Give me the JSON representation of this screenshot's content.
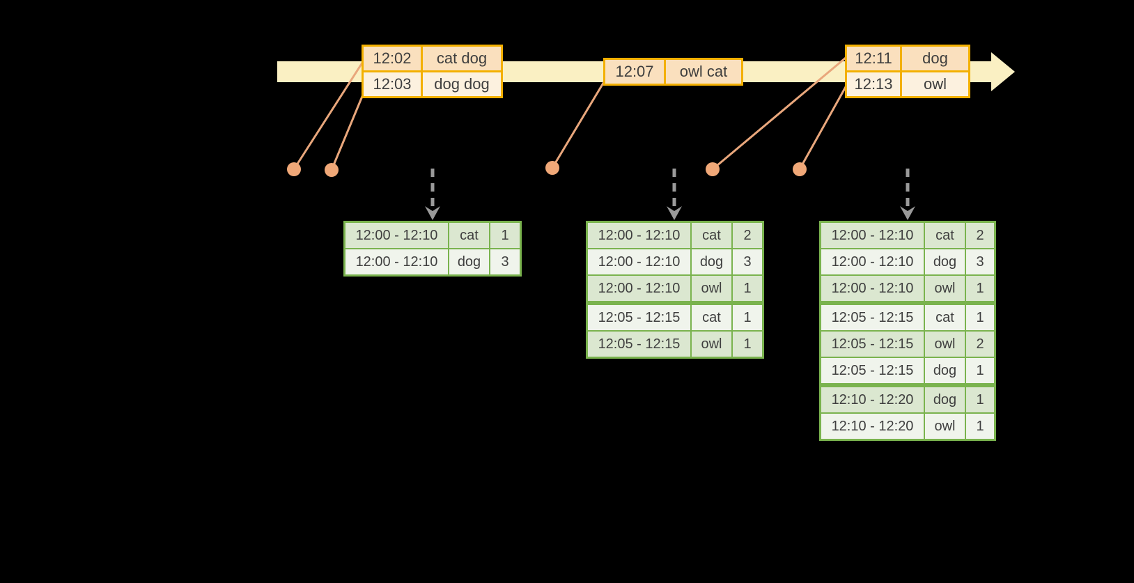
{
  "colors": {
    "background": "#000000",
    "timeline_fill": "#FAF0C3",
    "event_table_border": "#F3B000",
    "event_row_dark": "#FAE0BE",
    "event_row_light": "#FCF1DF",
    "connector_line": "#E9A77C",
    "event_dot": "#F0A878",
    "trigger_arrow": "#9A9A9A",
    "result_table_border": "#7AB34E",
    "result_row_dark": "#DBE7D0",
    "result_row_light": "#F0F4EC",
    "text": "#3E3E3E"
  },
  "icons": {
    "timeline_arrowhead": "right-arrow",
    "event_dot": "circle-marker",
    "trigger_arrow": "dashed-down-arrow"
  },
  "event_tables": [
    {
      "rows": [
        {
          "time": "12:02",
          "words": "cat dog"
        },
        {
          "time": "12:03",
          "words": "dog dog"
        }
      ]
    },
    {
      "rows": [
        {
          "time": "12:07",
          "words": "owl cat"
        }
      ]
    },
    {
      "rows": [
        {
          "time": "12:11",
          "words": "dog"
        },
        {
          "time": "12:13",
          "words": "owl"
        }
      ]
    }
  ],
  "result_tables": [
    {
      "groups": [
        {
          "rows": [
            {
              "window": "12:00 - 12:10",
              "word": "cat",
              "count": "1"
            },
            {
              "window": "12:00 - 12:10",
              "word": "dog",
              "count": "3"
            }
          ]
        }
      ]
    },
    {
      "groups": [
        {
          "rows": [
            {
              "window": "12:00 - 12:10",
              "word": "cat",
              "count": "2"
            },
            {
              "window": "12:00 - 12:10",
              "word": "dog",
              "count": "3"
            },
            {
              "window": "12:00 - 12:10",
              "word": "owl",
              "count": "1"
            }
          ]
        },
        {
          "rows": [
            {
              "window": "12:05 - 12:15",
              "word": "cat",
              "count": "1"
            },
            {
              "window": "12:05 - 12:15",
              "word": "owl",
              "count": "1"
            }
          ]
        }
      ]
    },
    {
      "groups": [
        {
          "rows": [
            {
              "window": "12:00 - 12:10",
              "word": "cat",
              "count": "2"
            },
            {
              "window": "12:00 - 12:10",
              "word": "dog",
              "count": "3"
            },
            {
              "window": "12:00 - 12:10",
              "word": "owl",
              "count": "1"
            }
          ]
        },
        {
          "rows": [
            {
              "window": "12:05 - 12:15",
              "word": "cat",
              "count": "1"
            },
            {
              "window": "12:05 - 12:15",
              "word": "owl",
              "count": "2"
            },
            {
              "window": "12:05 - 12:15",
              "word": "dog",
              "count": "1"
            }
          ]
        },
        {
          "rows": [
            {
              "window": "12:10 - 12:20",
              "word": "dog",
              "count": "1"
            },
            {
              "window": "12:10 - 12:20",
              "word": "owl",
              "count": "1"
            }
          ]
        }
      ]
    }
  ]
}
